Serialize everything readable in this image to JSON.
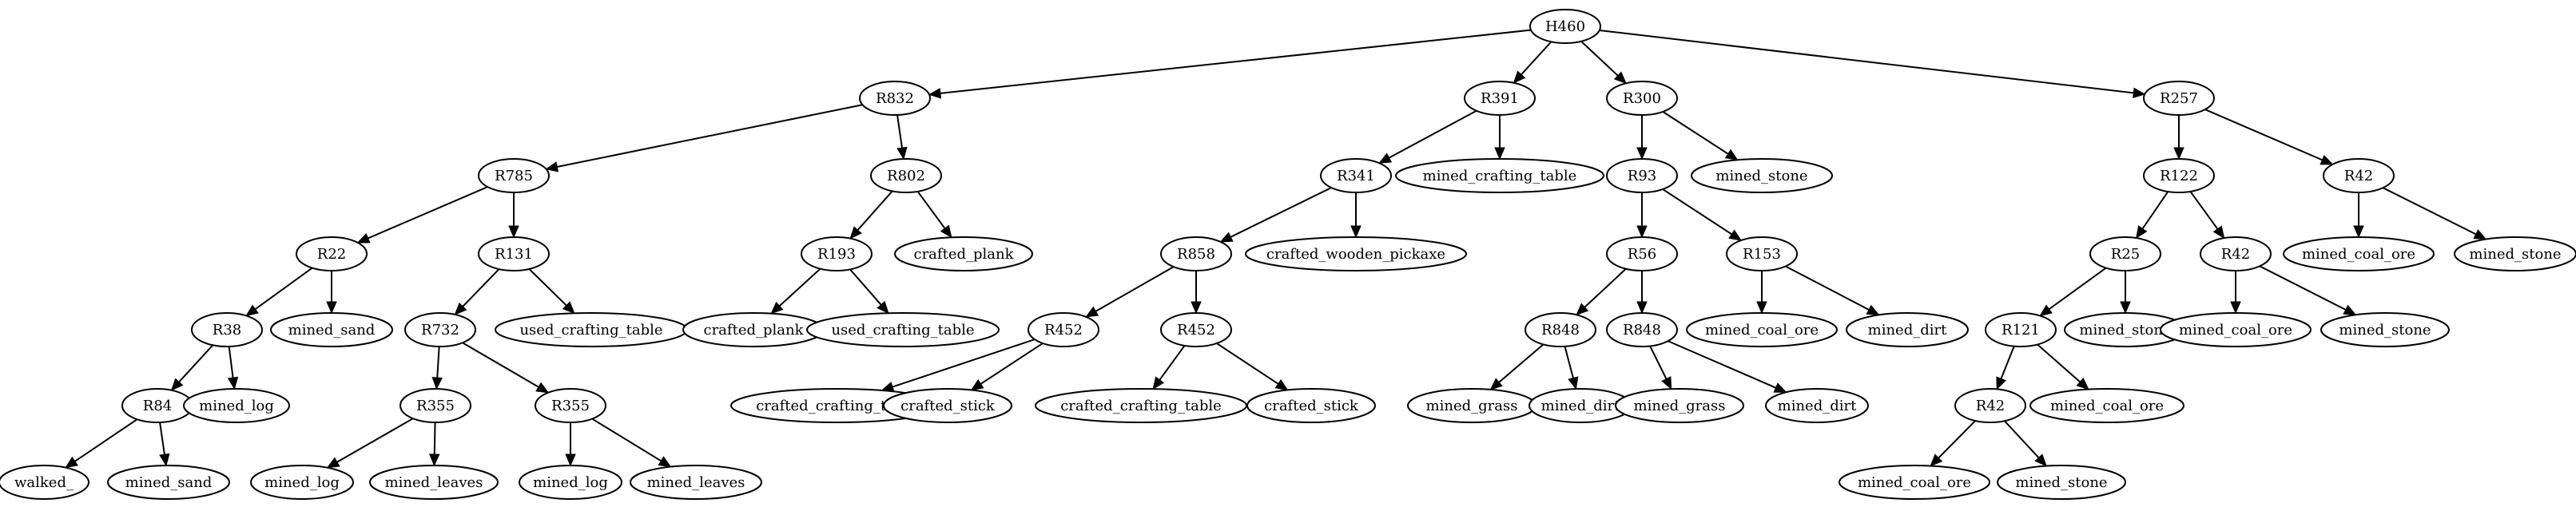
{
  "tree": {
    "nodes": [
      {
        "id": "n0",
        "label": "H460"
      },
      {
        "id": "n1",
        "label": "R832"
      },
      {
        "id": "n2",
        "label": "R391"
      },
      {
        "id": "n3",
        "label": "R300"
      },
      {
        "id": "n4",
        "label": "R257"
      },
      {
        "id": "n5",
        "label": "R785"
      },
      {
        "id": "n6",
        "label": "R802"
      },
      {
        "id": "n7",
        "label": "R341"
      },
      {
        "id": "n8",
        "label": "mined_crafting_table"
      },
      {
        "id": "n9",
        "label": "R93"
      },
      {
        "id": "n10",
        "label": "mined_stone"
      },
      {
        "id": "n11",
        "label": "R122"
      },
      {
        "id": "n12",
        "label": "R42"
      },
      {
        "id": "n13",
        "label": "R22"
      },
      {
        "id": "n14",
        "label": "R131"
      },
      {
        "id": "n15",
        "label": "R193"
      },
      {
        "id": "n16",
        "label": "crafted_plank"
      },
      {
        "id": "n17",
        "label": "R858"
      },
      {
        "id": "n18",
        "label": "crafted_wooden_pickaxe"
      },
      {
        "id": "n19",
        "label": "R56"
      },
      {
        "id": "n20",
        "label": "R153"
      },
      {
        "id": "n21",
        "label": "R25"
      },
      {
        "id": "n22",
        "label": "R42"
      },
      {
        "id": "n23",
        "label": "mined_coal_ore"
      },
      {
        "id": "n24",
        "label": "mined_stone"
      },
      {
        "id": "n25",
        "label": "R38"
      },
      {
        "id": "n26",
        "label": "mined_sand"
      },
      {
        "id": "n27",
        "label": "R732"
      },
      {
        "id": "n28",
        "label": "used_crafting_table"
      },
      {
        "id": "n29",
        "label": "crafted_plank"
      },
      {
        "id": "n30",
        "label": "used_crafting_table"
      },
      {
        "id": "n31",
        "label": "R452"
      },
      {
        "id": "n32",
        "label": "R452"
      },
      {
        "id": "n33",
        "label": "R848"
      },
      {
        "id": "n34",
        "label": "R848"
      },
      {
        "id": "n35",
        "label": "mined_coal_ore"
      },
      {
        "id": "n36",
        "label": "mined_dirt"
      },
      {
        "id": "n37",
        "label": "R121"
      },
      {
        "id": "n38",
        "label": "mined_stone"
      },
      {
        "id": "n39",
        "label": "mined_coal_ore"
      },
      {
        "id": "n40",
        "label": "mined_stone"
      },
      {
        "id": "n41",
        "label": "R84"
      },
      {
        "id": "n42",
        "label": "mined_log"
      },
      {
        "id": "n43",
        "label": "R355"
      },
      {
        "id": "n44",
        "label": "R355"
      },
      {
        "id": "n45",
        "label": "crafted_crafting_table"
      },
      {
        "id": "n46",
        "label": "crafted_stick"
      },
      {
        "id": "n47",
        "label": "crafted_crafting_table"
      },
      {
        "id": "n48",
        "label": "crafted_stick"
      },
      {
        "id": "n49",
        "label": "mined_grass"
      },
      {
        "id": "n50",
        "label": "mined_dirt"
      },
      {
        "id": "n51",
        "label": "mined_grass"
      },
      {
        "id": "n52",
        "label": "mined_dirt"
      },
      {
        "id": "n53",
        "label": "R42"
      },
      {
        "id": "n54",
        "label": "mined_coal_ore"
      },
      {
        "id": "n55",
        "label": "walked_"
      },
      {
        "id": "n56",
        "label": "mined_sand"
      },
      {
        "id": "n57",
        "label": "mined_log"
      },
      {
        "id": "n58",
        "label": "mined_leaves"
      },
      {
        "id": "n59",
        "label": "mined_log"
      },
      {
        "id": "n60",
        "label": "mined_leaves"
      },
      {
        "id": "n61",
        "label": "mined_coal_ore"
      },
      {
        "id": "n62",
        "label": "mined_stone"
      }
    ],
    "edges": [
      [
        "n0",
        "n1"
      ],
      [
        "n0",
        "n2"
      ],
      [
        "n0",
        "n3"
      ],
      [
        "n0",
        "n4"
      ],
      [
        "n1",
        "n5"
      ],
      [
        "n1",
        "n6"
      ],
      [
        "n2",
        "n7"
      ],
      [
        "n2",
        "n8"
      ],
      [
        "n3",
        "n9"
      ],
      [
        "n3",
        "n10"
      ],
      [
        "n4",
        "n11"
      ],
      [
        "n4",
        "n12"
      ],
      [
        "n5",
        "n13"
      ],
      [
        "n5",
        "n14"
      ],
      [
        "n6",
        "n15"
      ],
      [
        "n6",
        "n16"
      ],
      [
        "n7",
        "n17"
      ],
      [
        "n7",
        "n18"
      ],
      [
        "n9",
        "n19"
      ],
      [
        "n9",
        "n20"
      ],
      [
        "n11",
        "n21"
      ],
      [
        "n11",
        "n22"
      ],
      [
        "n12",
        "n23"
      ],
      [
        "n12",
        "n24"
      ],
      [
        "n13",
        "n25"
      ],
      [
        "n13",
        "n26"
      ],
      [
        "n14",
        "n27"
      ],
      [
        "n14",
        "n28"
      ],
      [
        "n15",
        "n29"
      ],
      [
        "n15",
        "n30"
      ],
      [
        "n17",
        "n31"
      ],
      [
        "n17",
        "n32"
      ],
      [
        "n19",
        "n33"
      ],
      [
        "n19",
        "n34"
      ],
      [
        "n20",
        "n35"
      ],
      [
        "n20",
        "n36"
      ],
      [
        "n21",
        "n37"
      ],
      [
        "n21",
        "n38"
      ],
      [
        "n22",
        "n39"
      ],
      [
        "n22",
        "n40"
      ],
      [
        "n25",
        "n41"
      ],
      [
        "n25",
        "n42"
      ],
      [
        "n27",
        "n43"
      ],
      [
        "n27",
        "n44"
      ],
      [
        "n31",
        "n45"
      ],
      [
        "n31",
        "n46"
      ],
      [
        "n32",
        "n47"
      ],
      [
        "n32",
        "n48"
      ],
      [
        "n33",
        "n49"
      ],
      [
        "n33",
        "n50"
      ],
      [
        "n34",
        "n51"
      ],
      [
        "n34",
        "n52"
      ],
      [
        "n37",
        "n53"
      ],
      [
        "n37",
        "n54"
      ],
      [
        "n41",
        "n55"
      ],
      [
        "n41",
        "n56"
      ],
      [
        "n43",
        "n57"
      ],
      [
        "n43",
        "n58"
      ],
      [
        "n44",
        "n59"
      ],
      [
        "n44",
        "n60"
      ],
      [
        "n53",
        "n61"
      ],
      [
        "n53",
        "n62"
      ]
    ]
  }
}
